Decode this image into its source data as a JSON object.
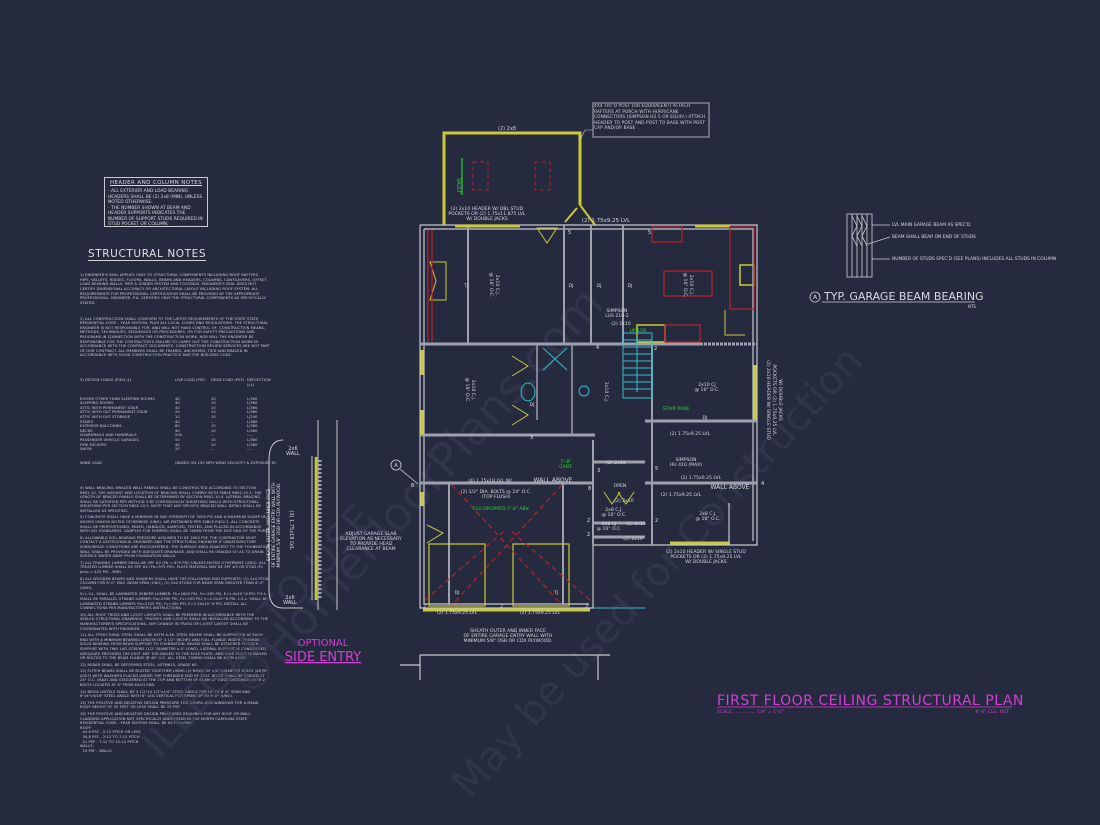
{
  "header_column_notes": {
    "title": "HEADER AND COLUMN NOTES",
    "items": [
      "- ALL EXTERIOR AND LOAD BEARING HEADERS SHALL BE (2) 2x8 (MIN), UNLESS NOTED OTHERWISE.",
      "- THE NUMBER SHOWN AT BEAM AND HEADER SUPPORTS INDICATES THE NUMBER OF SUPPORT STUDS REQUIRED IN STUD POCKET OR COLUMN."
    ]
  },
  "structural_notes": {
    "title": "STRUCTURAL NOTES",
    "notes": [
      "1) ENGINEER'S SEAL APPLIES ONLY TO STRUCTURAL COMPONENTS INCLUDING ROOF RAFTERS, HIPS, VALLEYS, RIDGES, FLOORS, WALLS, BEAMS AND HEADERS, COLUMNS, CANTILEVERS, OFFSET LOAD BEARING WALLS, PIER & GIRDER SYSTEM AND FOOTINGS. ENGINEER'S SEAL DOES NOT CERTIFY DIMENSIONAL ACCURACY OR ARCHITECTURAL LAYOUT INCLUDING ROOF SYSTEM. ALL REQUIREMENTS FOR PROFESSIONAL CERTIFICATION SHALL BE PROVIDED BY THE APPROPRIATE PROFESSIONAL. ENGINEER, P.A. CERTIFIES ONLY THE STRUCTURAL COMPONENTS AS SPECIFICALLY STATED.",
      "2) ALL CONSTRUCTION SHALL CONFORM TO THE LATEST REQUIREMENTS OF THE STATE STATE RESIDENTIAL CODE - YEAR EDITION, PLUS ALL LOCAL CODES AND REGULATIONS. THE STRUCTURAL ENGINEER IS NOT RESPONSIBLE FOR, AND WILL NOT HAVE CONTROL OF, CONSTRUCTION MEANS, METHODS, TECHNIQUES, SEQUENCES OR PROCEDURES, OR FOR SAFETY PRECAUTIONS AND PROGRAMS IN CONNECTION WITH THE CONSTRUCTION WORK, NOR WILL THE ENGINEER BE RESPONSIBLE FOR THE CONTRACTOR'S FAILURE TO CARRY OUT THE CONSTRUCTION WORK IN ACCORDANCE WITH THE CONTRACT DOCUMENTS. CONSTRUCTION REVIEW SERVICES ARE NOT PART OF OUR CONTRACT. ALL MEMBERS SHALL BE FRAMED, ANCHORED, TIED AND BRACED IN ACCORDANCE WITH GOOD CONSTRUCTION PRACTICE AND THE BUILDING CODE."
    ],
    "loads": {
      "heading": "3) DESIGN LOADS (R301.4)",
      "columns": [
        "LIVE LOAD (PSF)",
        "DEAD LOAD (PSF)",
        "DEFLECTION (LL)"
      ],
      "rows": [
        [
          "ROOMS OTHER THAN SLEEPING ROOMS",
          "40",
          "10",
          "L/360"
        ],
        [
          "SLEEPING ROOMS",
          "30",
          "10",
          "L/360"
        ],
        [
          "ATTIC WITH PERMANENT STAIR",
          "40",
          "10",
          "L/360"
        ],
        [
          "ATTIC WITH OUT PERMANENT STAIR",
          "20",
          "10",
          "L/360"
        ],
        [
          "ATTIC WITH OUT STORAGE",
          "10",
          "10",
          "L/240"
        ],
        [
          "STAIRS",
          "40",
          "--",
          "L/360"
        ],
        [
          "EXTERIOR BALCONIES",
          "60",
          "10",
          "L/360"
        ],
        [
          "DECKS",
          "40",
          "10",
          "L/360"
        ],
        [
          "GUARDRAILS AND HANDRAILS",
          "200",
          "--",
          "----"
        ],
        [
          "PASSENGER VEHICLE GARAGES",
          "50",
          "10",
          "L/360"
        ],
        [
          "FIRE ESCAPES",
          "40",
          "10",
          "L/360"
        ],
        [
          "SNOW",
          "20",
          "--",
          "----"
        ]
      ],
      "wind": [
        "WIND LOAD",
        "(BASED ON 130 MPH WIND VELOCITY & EXPOSURE B)"
      ]
    },
    "notes_more": [
      "4) WALL BRACING: BRACED WALL PANELS SHALL BE CONSTRUCTED ACCORDING TO SECTION R602.10. THE AMOUNT AND LOCATION OF BRACING SHALL COMPLY WITH TABLE R602.10.1. THE LENGTH OF BRACED PANELS SHALL BE DETERMINED BY SECTION R602.10.4. LATERAL BRACING SHALL BE SATISFIED PER METHOD 3 BY CONTINUOUSLY SHEATHING WALLS WITH STRUCTURAL SHEATHING PER SECTION R602.10.5. NOTE THAT ANY SPECIFIC BRACED WALL DETAIL SHALL BE INSTALLED AS SPECIFIED.",
      "5) CONCRETE SHALL HAVE A MINIMUM 28 DAY STRENGTH OF 3000 PSI AND A MAXIMUM SLUMP OF 5 INCHES UNLESS NOTED OTHERWISE (UNO). AIR ENTRAINED PER TABLE R402.2. ALL CONCRETE SHALL BE PROPORTIONED, MIXED, HANDLED, SAMPLED, TESTED, AND PLACED IN ACCORDANCE WITH ACI STANDARDS. SAMPLES FOR PUMPING SHALL BE TAKEN FROM THE EXIT END OF THE PUMP.",
      "6) ALLOWABLE SOIL BEARING PRESSURE ASSUMED TO BE 2000 PSF. THE CONTRACTOR MUST CONTACT A GEOTECHNICAL ENGINEER AND THE STRUCTURAL ENGINEER IF UNSATISFACTORY SUBSURFACE CONDITIONS ARE ENCOUNTERED. THE SURFACE AREA ADJACENT TO THE FOUNDATION WALL SHALL BE PROVIDED WITH ADEQUATE DRAINAGE, AND SHALL BE GRADED SO AS TO DRAIN SURFACE WATER AWAY FROM FOUNDATION WALLS.",
      "7) ALL FRAMING LUMBER SHALL BE SPF #2 (Fb = 875 PSI) UNLESS NOTED OTHERWISE (UNO). ALL TREATED LUMBER SHALL BE SYP #2 (Fb=975 PSI). PLATE MATERIAL MAY BE SPF #3 OR STUD (Fc perp = 425 PSI - MIN).",
      "8) ALL WOODEN BEAMS AND HEADERS SHALL HAVE THE FOLLOWING END SUPPORTS: (1) 2x4 STUD COLUMN FOR 6'-0\" MAX. BEAM SPAN (UNO), (2) 2x4 STUDS FOR BEAM SPAN GREATER THAN 6'-0\" (UNO).",
      "9) L.V.L. SHALL BE LAMINATED VENEER LUMBER: Fb=2600 PSI, Fv=285 PSI, E=1.9x10^6 PSI. P.S.L. SHALL BE PARALLEL STRAND LUMBER: Fb=2900 PSI, Fv=290 PSI, E=2.0x10^6 PSI. L.S.L. SHALL BE LAMINATED STRAND LUMBER: Fb=2250 PSI, Fv=400 PSI, E=1.55x10^6 PSI. INSTALL ALL CONNECTIONS PER MANUFACTURER'S INSTRUCTIONS.",
      "10) ALL ROOF TRUSS AND I-JOIST LAYOUTS SHALL BE PREPARED IN ACCORDANCE WITH THE SEALED STRUCTURAL DRAWINGS. TRUSSES AND I-JOISTS SHALL BE INSTALLED ACCORDING TO THE MANUFACTURER'S SPECIFICATIONS. ANY CHANGE IN TRUSS OR I-JOIST LAYOUT SHALL BE COORDINATED WITH ENGINEER.",
      "11) ALL STRUCTURAL STEEL SHALL BE ASTM A-36. STEEL BEAMS SHALL BE SUPPORTED AT EACH END WITH A MINIMUM BEARING LENGTH OF 3 1/2\" INCHES AND FULL FLANGE WIDTH. PROVIDE SOLID BEARING FROM BEAM SUPPORT TO FOUNDATION. BEAMS SHALL BE ATTACHED TO EACH SUPPORT WITH TWO LAG SCREWS (1/2\" DIAMETER x 4\" LONG). LATERAL SUPPORT IS CONSIDERED ADEQUATE PROVIDED THE JOIST ARE TOE-NAILED TO THE SOLE PLATE, AND SOLE PLATE IS NAILED OR BOLTED TO THE BEAM FLANGE @ 48\" O.C. ALL STEEL TUBING SHALL BE ASTM A500.",
      "12) REBAR SHALL BE DEFORMED STEEL, ASTM615, GRADE 60.",
      "13) FLITCH BEAMS SHALL BE BOLTED TOGETHER USING (2) ROWS OF 1/2\" DIAMETER BOLTS (ASTM A307) WITH WASHERS PLACED UNDER THE THREADED END OF BOLT. BOLTS SHALL BE SPACED AT 24\" O.C. (MAX) AND STAGGERED AT THE TOP AND BOTTOM OF BEAM (2\" EDGE DISTANCE) WITH 2 BOLTS LOCATED AT 6\" FROM EACH END.",
      "14) BRICK LINTELS SHALL BE 3 1/2\"x3 1/2\"x1/4\" STEEL ANGLE FOR UP TO 6'-0\" SPAN AND 6\"x4\"x5/16\" STEEL ANGLE WITH 6\" LEG VERTICAL FOR SPANS UP TO 9'-0\" (UNO).",
      "15) THE POSITIVE AND NEGATIVE DESIGN PRESSURE FOR DOORS AND WINDOWS FOR A MEAN ROOF HEIGHT OF 35 FEET OR LESS SHALL BE 25 PSF.",
      "16) THE POSITIVE AND NEGATIVE DESIGN PRESSURES REQUIRED FOR ANY ROOF OR WALL CLADDING APPLICATION NOT SPECIFICALLY ADDRESSED IN THE NORTH CAROLINA STATE RESIDENTIAL CODE - YEAR EDITION SHALL BE AS FOLLOWS:\nROOF:\n  45.6 PSF - 2:12 PITCH OR LESS\n  34.8 PSF - 2:12 TO 7:12 PITCH\n  21 PSF - 7:12 TO 12:12 PITCH\nWALLS:\n  24 PSF - WALLS"
    ]
  },
  "plan": {
    "porch_note": "4x4 TRT'D POST (OR EQUIVALENT) ATTACH RAFTERS AT PORCH WITH HURRICANE CONNECTORS (SIMPSON H2.5 OR EQUIV.) ATTACH HEADER TO POST AND POST TO BASE WITH POST CAP AND/OR BASE",
    "porch_header": "(2) 2x8",
    "vault": "VAULT",
    "front_header": [
      "(2) 2x10 HEADER W/ DBL STUD",
      "POCKETS OR (2) 1.75x11.875 LVL",
      "W/ DOUBLE JACKS"
    ],
    "bay_lvl": "(2) 1.75x9.25 LVL",
    "tj": "TJ",
    "dj": "DJ",
    "cj_2x10_16": [
      "2x10 C.J.",
      "@ 16\" O.C."
    ],
    "simpson_lus": [
      "SIMPSON",
      "LUS 210-2"
    ],
    "stair_header": "(2) 2x10",
    "up": "UP 15R",
    "stair_rake": "STAIR RAKE",
    "cj_2x10": [
      "2x10 CJ",
      "@ 16\" O.C."
    ],
    "lvl_mid": "(2) 1.75x9.25 LVL",
    "right_header": [
      "(2) 2x10 HEADER W/ SINGLE STUD",
      "POCKETS OR (2) 1.75x9.25 LVL",
      "W/ DOUBLE JACKS"
    ],
    "cant": [
      "7'-8\"",
      "CANT."
    ],
    "garage_beam": "(4) 1.75x18 LVL W/",
    "wall_above": "WALL ABOVE",
    "bolts": [
      "(2) 1/2\" DIA. BOLTS @ 24\" O.C.",
      "(TOP FLUSH)"
    ],
    "clg_dropped": "CLG DROPPED 7'-8\" ABV.",
    "open": "OPEN",
    "hdr_2x10": "(2) 2x10",
    "cj_2x8": [
      "2x8 C.J.",
      "@ 16\" O.C."
    ],
    "cj_2x8_b": [
      "2x8 CJ",
      "@ 16\" O.C."
    ],
    "simpson_hu": [
      "SIMPSON",
      "HU 410 (MAX)"
    ],
    "lvl_right": "(2) 1.75x9.25 LVL",
    "cj_2x8_right": [
      "2x8 C.J.",
      "@ 16\" O.C."
    ],
    "bottom_right_header": [
      "(2) 2x10 HEADER W/ SINGLE STUD",
      "POCKETS OR (2) 1.75x9.25 LVL",
      "W/ DOUBLE JACKS"
    ],
    "garage_door_lvl": "(2) 1.75x9.25 LVL",
    "sheath_note": [
      "SHEATH OUTER AND INNER FACE",
      "OF ENTIRE GARAGE ENTRY WALL WITH",
      "MINIMUM 5/8\" OSB OR CDX PLYWOOD."
    ],
    "adjust_note": [
      "ADJUST GARAGE SLAB",
      "ELEVATION AS NECESSARY",
      "TO PROVIDE HEAD",
      "CLEARANCE AT BEAM"
    ],
    "section_tag": "A",
    "stud_counts": [
      "5",
      "5",
      "4",
      "2",
      "3",
      "5",
      "3",
      "2",
      "2",
      "2",
      "2",
      "2",
      "2",
      "8",
      "8",
      "4"
    ]
  },
  "side_entry": {
    "wall_top": [
      "2x6",
      "WALL"
    ],
    "wall_bottom": [
      "2x6",
      "WALL"
    ],
    "lvl": "(3) 1.75x18 LVL",
    "sheath": [
      "SHEATH OUTER AND INNER FACE",
      "OF ENTIRE GARAGE ENTRY WALL WITH",
      "MINIMUM 5/8\" OSB OR CDX PLYWOOD."
    ],
    "title1": "OPTIONAL",
    "title2": "SIDE ENTRY"
  },
  "detail": {
    "callouts": [
      "LVL MAIN GARAGE BEAM AS SPEC'D",
      "BEAM SHALL BEAR ON END OF STUDS",
      "NUMBER OF STUDS SPEC'D (SEE PLANS) INCLUDES ALL STUDS IN COLUMN"
    ],
    "tag": "A",
    "title": "TYP. GARAGE BEAM BEARING",
    "scale": "NTS"
  },
  "title_block": {
    "title": "FIRST FLOOR CEILING STRUCTURAL PLAN",
    "scale_label": "SCALE: ............... 1/4\" = 1'-0\"",
    "ceiling_height": "9'-0\" CLG. HGT."
  },
  "watermark": [
    "©HomeFloorPlans.com",
    "ILLEGAL TO USE",
    "May be used for Construction"
  ],
  "colors": {
    "background": "#262a3e",
    "wall": "#c6c7cf",
    "header_yellow": "#c9c93a",
    "casework_red": "#b8222a",
    "title_magenta": "#d23ed6",
    "stair_cyan": "#33bccc",
    "label_green": "#2fd33a"
  }
}
